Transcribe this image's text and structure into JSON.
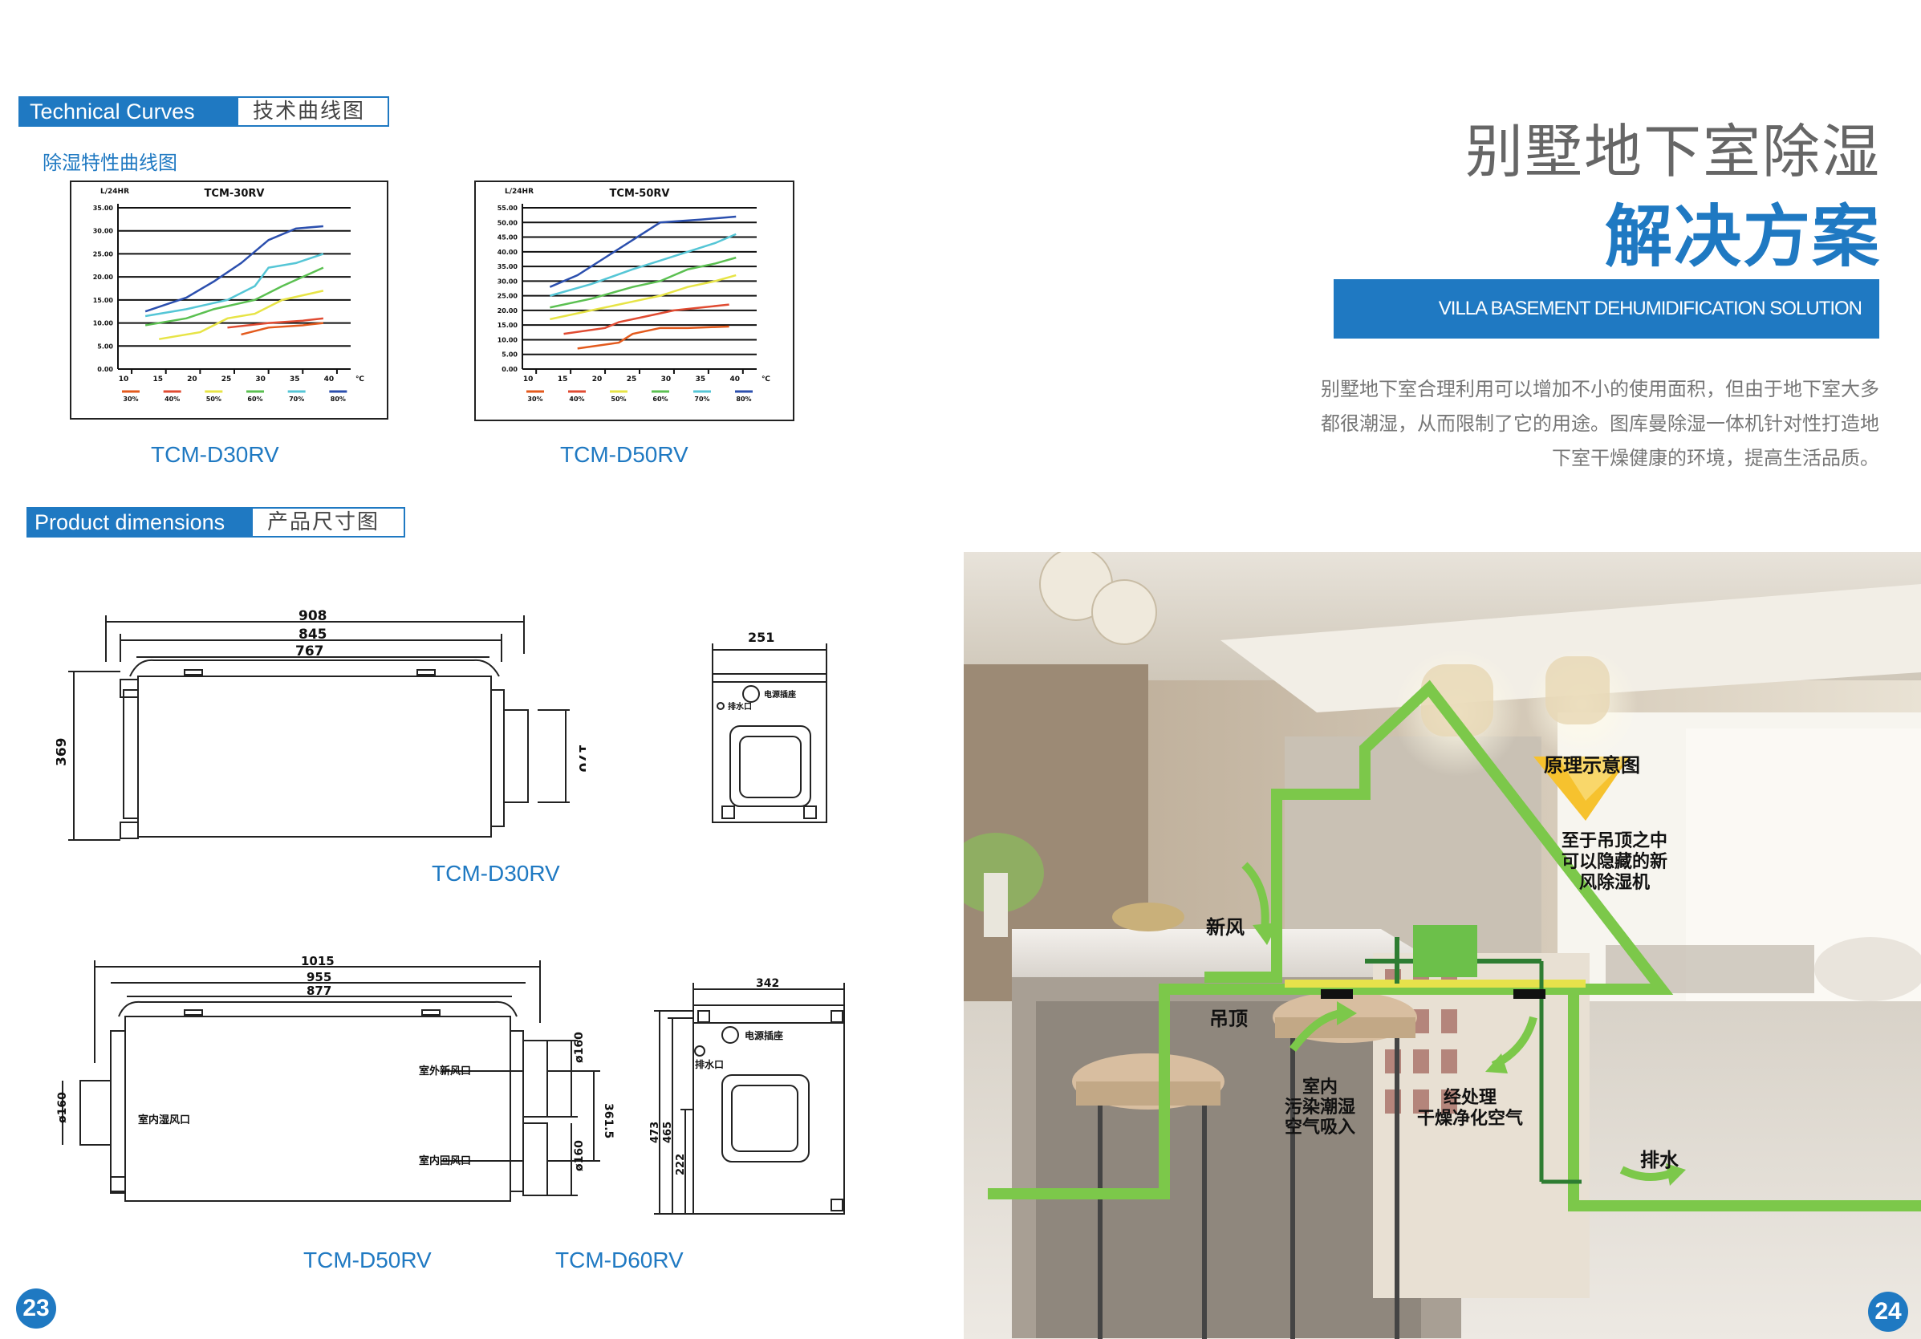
{
  "left_page": {
    "tech_curves": {
      "en": "Technical Curves",
      "cn": "技术曲线图"
    },
    "dehumid_title": "除湿特性曲线图",
    "charts_caption": [
      "TCM-D30RV",
      "TCM-D50RV"
    ],
    "product_dims": {
      "en": "Product dimensions",
      "cn": "产品尺寸图"
    },
    "drawing1": {
      "front": {
        "dim_top": [
          "908",
          "845",
          "767"
        ],
        "dim_left": "369",
        "dim_right": "170"
      },
      "side": {
        "dim_top": "251",
        "label_power": "电源插座",
        "label_drain": "排水口"
      },
      "caption": "TCM-D30RV"
    },
    "drawing2": {
      "front": {
        "dim_top": [
          "1015",
          "955",
          "877"
        ],
        "dim_left": "ø160",
        "dim_right": [
          "ø160",
          "361.5",
          "ø160"
        ],
        "label_return": "室内湿风口",
        "label_outdoor": "室外新风口",
        "label_indoor": "室内回风口"
      },
      "side": {
        "dim_top": "342",
        "dim_left": [
          "473",
          "465",
          "222"
        ],
        "label_power": "电源插座",
        "label_drain": "排水口"
      },
      "captions": [
        "TCM-D50RV",
        "TCM-D60RV"
      ]
    },
    "page_number": "23"
  },
  "right_page": {
    "title_line1": "别墅地下室除湿",
    "title_line2": "解决方案",
    "banner": "VILLA BASEMENT DEHUMIDIFICATION SOLUTION",
    "paragraph": [
      "别墅地下室合理利用可以增加不小的使用面积，但由于地下室大多",
      "都很潮湿，从而限制了它的用途。图库曼除湿一体机针对性打造地",
      "下室干燥健康的环境，提高生活品质。"
    ],
    "diagram": {
      "badge": "原理示意图",
      "note": [
        "至于吊顶之中",
        "可以隐藏的新",
        "风除湿机"
      ],
      "fresh_air": "新风",
      "ceiling": "吊顶",
      "indoor_intake": [
        "室内",
        "污染潮湿",
        "空气吸入"
      ],
      "processed": [
        "经处理",
        "干燥净化空气"
      ],
      "drain": "排水"
    },
    "page_number": "24"
  },
  "colors": {
    "accent_blue": "#1f79c2",
    "diagram_green": "#7cc84a",
    "badge_yellow": "#f6c22e"
  },
  "chart_data": [
    {
      "type": "line",
      "title": "TCM-30RV",
      "ylabel": "L/24HR",
      "xlabel": "℃",
      "x": [
        10,
        15,
        20,
        25,
        30,
        35,
        40
      ],
      "x_ticks": [
        "10",
        "15",
        "20",
        "25",
        "30",
        "35",
        "40"
      ],
      "y_ticks": [
        "0.00",
        "5.00",
        "10.00",
        "15.00",
        "20.00",
        "25.00",
        "30.00",
        "35.00"
      ],
      "ylim": [
        0,
        35
      ],
      "legend": [
        "30%",
        "40%",
        "50%",
        "60%",
        "70%",
        "80%"
      ],
      "series": [
        {
          "name": "30%",
          "color": "#e35a1d",
          "points": [
            [
              26,
              7.5
            ],
            [
              30,
              9
            ],
            [
              35,
              9.5
            ],
            [
              38,
              10
            ]
          ]
        },
        {
          "name": "40%",
          "color": "#e04b32",
          "points": [
            [
              24,
              9
            ],
            [
              30,
              10
            ],
            [
              35,
              10.5
            ],
            [
              38,
              11
            ]
          ]
        },
        {
          "name": "50%",
          "color": "#e7e446",
          "points": [
            [
              14,
              6.5
            ],
            [
              20,
              8
            ],
            [
              24,
              11
            ],
            [
              28,
              12
            ],
            [
              32,
              15
            ],
            [
              35,
              16
            ],
            [
              38,
              17
            ]
          ]
        },
        {
          "name": "60%",
          "color": "#5bc051",
          "points": [
            [
              12,
              9.5
            ],
            [
              18,
              11
            ],
            [
              22,
              13
            ],
            [
              28,
              15
            ],
            [
              32,
              18
            ],
            [
              35,
              20
            ],
            [
              38,
              22
            ]
          ]
        },
        {
          "name": "70%",
          "color": "#55c6d6",
          "points": [
            [
              12,
              11.5
            ],
            [
              18,
              13
            ],
            [
              24,
              15
            ],
            [
              28,
              18
            ],
            [
              30,
              22
            ],
            [
              34,
              23
            ],
            [
              38,
              25
            ]
          ]
        },
        {
          "name": "80%",
          "color": "#2b4fae",
          "points": [
            [
              12,
              12.5
            ],
            [
              18,
              15.5
            ],
            [
              22,
              19
            ],
            [
              26,
              23
            ],
            [
              30,
              28
            ],
            [
              34,
              30.5
            ],
            [
              38,
              31
            ]
          ]
        }
      ]
    },
    {
      "type": "line",
      "title": "TCM-50RV",
      "ylabel": "L/24HR",
      "xlabel": "℃",
      "x": [
        10,
        15,
        20,
        25,
        30,
        35,
        40
      ],
      "x_ticks": [
        "10",
        "15",
        "20",
        "25",
        "30",
        "35",
        "40"
      ],
      "y_ticks": [
        "0.00",
        "5.00",
        "10.00",
        "15.00",
        "20.00",
        "25.00",
        "30.00",
        "35.00",
        "40.00",
        "45.00",
        "50.00",
        "55.00"
      ],
      "ylim": [
        0,
        55
      ],
      "legend": [
        "30%",
        "40%",
        "50%",
        "60%",
        "70%",
        "80%"
      ],
      "series": [
        {
          "name": "30%",
          "color": "#e35a1d",
          "points": [
            [
              16,
              7
            ],
            [
              22,
              9
            ],
            [
              24,
              12
            ],
            [
              28,
              14
            ],
            [
              32,
              14
            ],
            [
              38,
              14.5
            ]
          ]
        },
        {
          "name": "40%",
          "color": "#e04b32",
          "points": [
            [
              14,
              12
            ],
            [
              20,
              14
            ],
            [
              22,
              16
            ],
            [
              26,
              18
            ],
            [
              30,
              20
            ],
            [
              34,
              21
            ],
            [
              38,
              22
            ]
          ]
        },
        {
          "name": "50%",
          "color": "#e7e446",
          "points": [
            [
              12,
              17
            ],
            [
              18,
              20
            ],
            [
              24,
              23
            ],
            [
              28,
              25
            ],
            [
              32,
              28
            ],
            [
              36,
              30
            ],
            [
              39,
              32
            ]
          ]
        },
        {
          "name": "60%",
          "color": "#5bc051",
          "points": [
            [
              12,
              21
            ],
            [
              18,
              24
            ],
            [
              24,
              28
            ],
            [
              28,
              30
            ],
            [
              32,
              34
            ],
            [
              36,
              36
            ],
            [
              39,
              38
            ]
          ]
        },
        {
          "name": "70%",
          "color": "#55c6d6",
          "points": [
            [
              12,
              25
            ],
            [
              18,
              29
            ],
            [
              24,
              34
            ],
            [
              28,
              37
            ],
            [
              32,
              40
            ],
            [
              36,
              43
            ],
            [
              39,
              46
            ]
          ]
        },
        {
          "name": "80%",
          "color": "#2b4fae",
          "points": [
            [
              12,
              28
            ],
            [
              16,
              32
            ],
            [
              20,
              38
            ],
            [
              24,
              44
            ],
            [
              28,
              50
            ],
            [
              34,
              51
            ],
            [
              39,
              52
            ]
          ]
        }
      ]
    }
  ]
}
